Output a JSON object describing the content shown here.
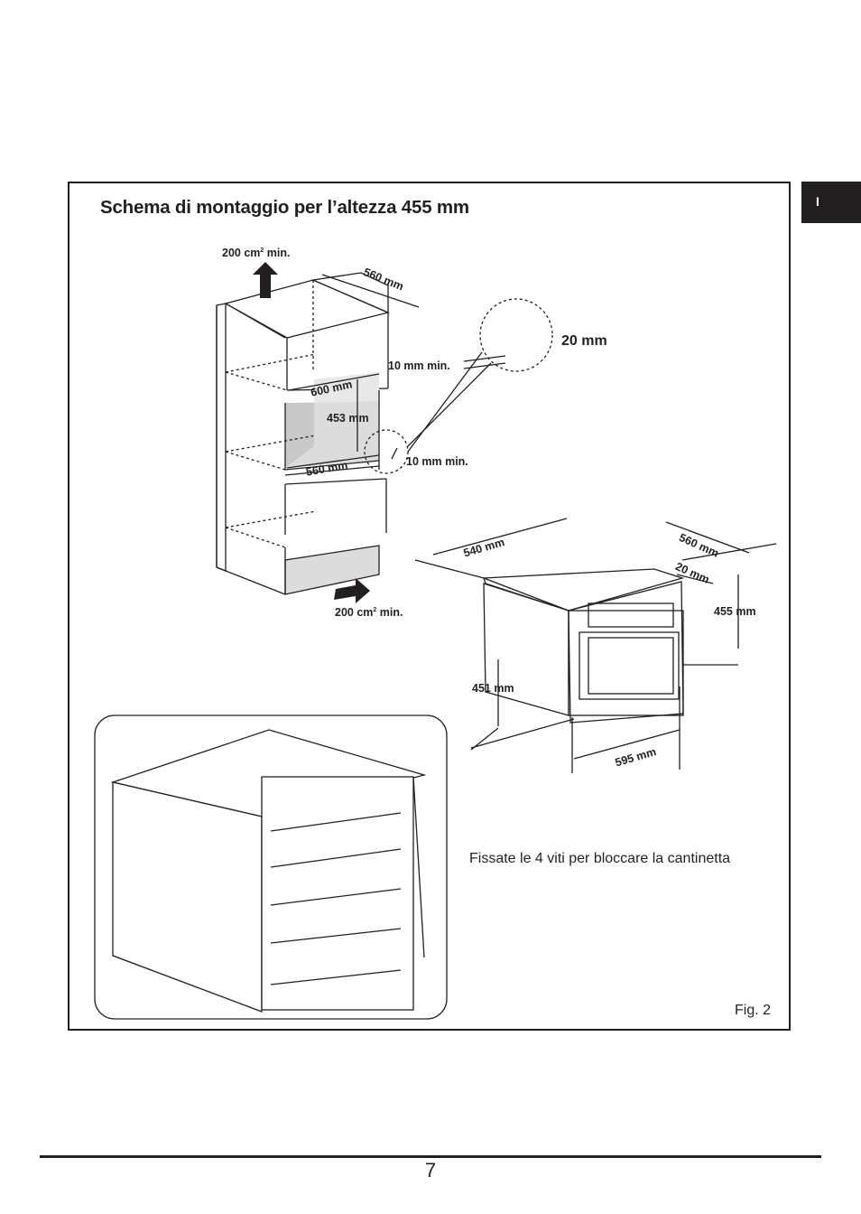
{
  "tab": {
    "label": "I"
  },
  "title": "Schema di montaggio per l’altezza 455 mm",
  "labels": {
    "vent_top": "200 cm",
    "vent_top_sup": "2",
    "vent_top_suffix": " min.",
    "depth_560_top": "560 mm",
    "gap_10_top": "10 mm min.",
    "width_600": "600 mm",
    "height_453": "453 mm",
    "width_560": "560 mm",
    "gap_10_bottom": "10 mm min.",
    "detail_20": "20 mm",
    "vent_bottom": "200 cm",
    "vent_bottom_sup": "2",
    "vent_bottom_suffix": " min.",
    "appl_540": "540 mm",
    "appl_560": "560 mm",
    "appl_20": "20 mm",
    "appl_455": "455 mm",
    "appl_451": "451 mm",
    "appl_595": "595 mm"
  },
  "caption": "Fissate le 4 viti per bloccare la cantinetta",
  "figure_label": "Fig. 2",
  "page_number": "7"
}
